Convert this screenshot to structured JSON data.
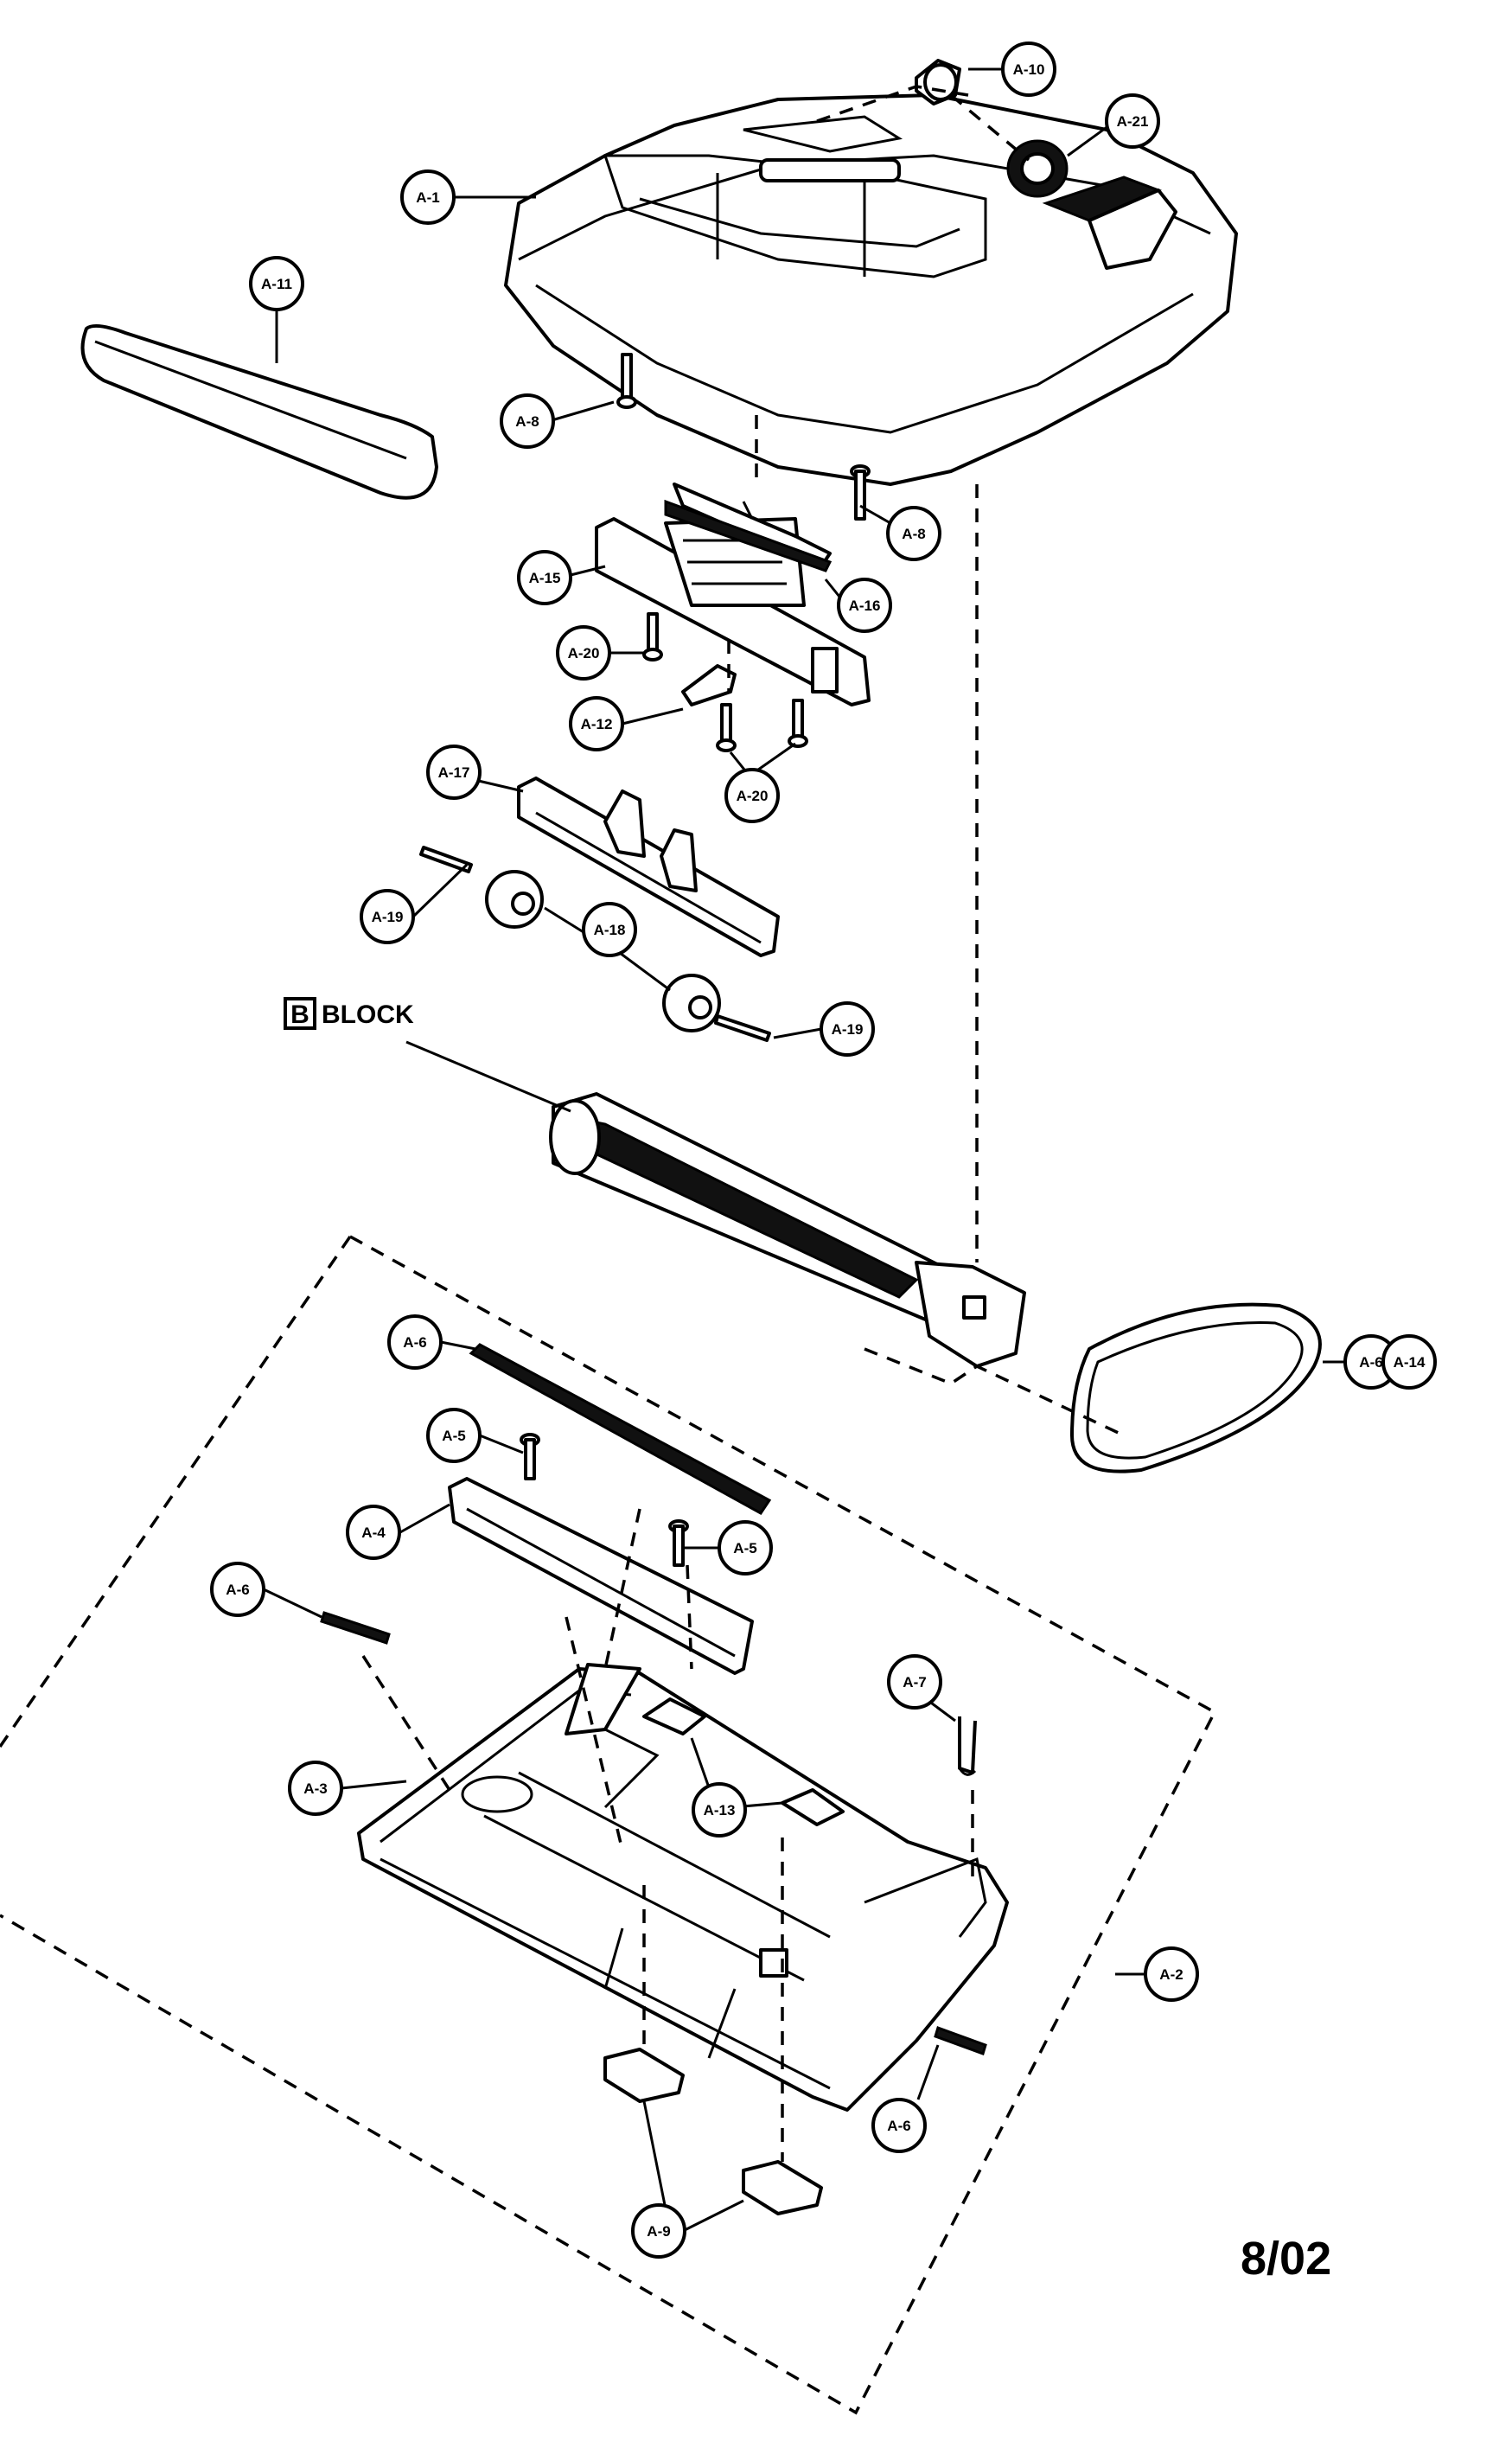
{
  "block_label": {
    "letter": "B",
    "text": "BLOCK"
  },
  "date_code": "8/02",
  "callouts": [
    "A-1",
    "A-2",
    "A-3",
    "A-4",
    "A-5",
    "A-5",
    "A-6",
    "A-6",
    "A-6",
    "A-6",
    "A-7",
    "A-8",
    "A-8",
    "A-9",
    "A-10",
    "A-11",
    "A-12",
    "A-13",
    "A-14",
    "A-15",
    "A-16",
    "A-17",
    "A-18",
    "A-19",
    "A-19",
    "A-20",
    "A-20",
    "A-21"
  ]
}
